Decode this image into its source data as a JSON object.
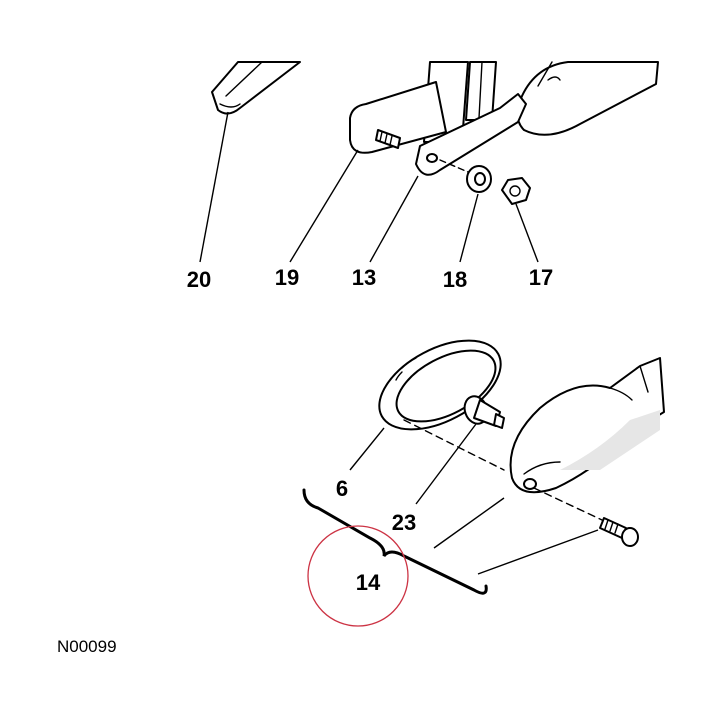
{
  "diagram": {
    "callouts": {
      "c20": "20",
      "c19": "19",
      "c13": "13",
      "c18": "18",
      "c17": "17",
      "c6": "6",
      "c23": "23",
      "c14": "14"
    },
    "reference_code": "N00099",
    "highlight_color": "#cc3344",
    "line_color": "#000000"
  }
}
